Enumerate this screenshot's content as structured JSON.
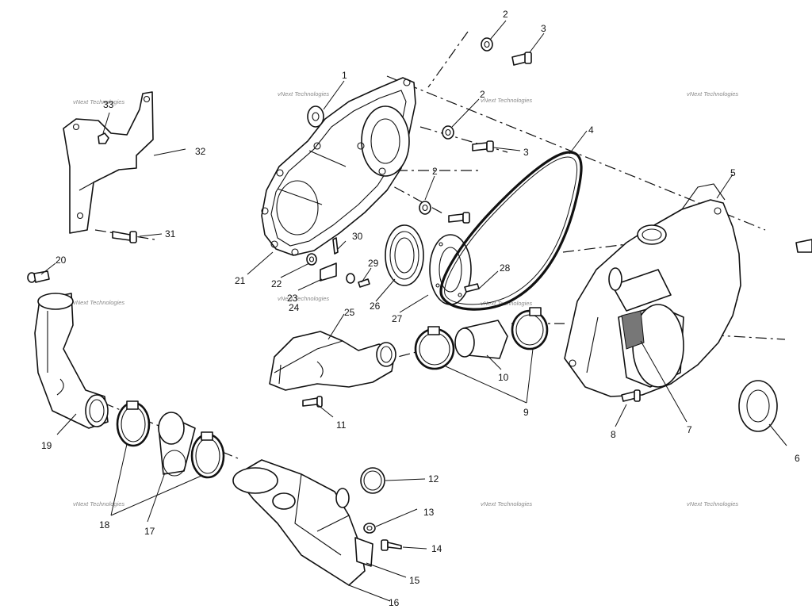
{
  "watermark_text": "vNext Technologies",
  "callouts": [
    {
      "id": "c1",
      "label": "1"
    },
    {
      "id": "c2a",
      "label": "2"
    },
    {
      "id": "c2b",
      "label": "2"
    },
    {
      "id": "c2c",
      "label": "2"
    },
    {
      "id": "c3a",
      "label": "3"
    },
    {
      "id": "c3b",
      "label": "3"
    },
    {
      "id": "c4",
      "label": "4"
    },
    {
      "id": "c5",
      "label": "5"
    },
    {
      "id": "c6",
      "label": "6"
    },
    {
      "id": "c7",
      "label": "7"
    },
    {
      "id": "c8",
      "label": "8"
    },
    {
      "id": "c9",
      "label": "9"
    },
    {
      "id": "c10",
      "label": "10"
    },
    {
      "id": "c11",
      "label": "11"
    },
    {
      "id": "c12",
      "label": "12"
    },
    {
      "id": "c13",
      "label": "13"
    },
    {
      "id": "c14",
      "label": "14"
    },
    {
      "id": "c15",
      "label": "15"
    },
    {
      "id": "c16",
      "label": "16"
    },
    {
      "id": "c17",
      "label": "17"
    },
    {
      "id": "c18",
      "label": "18"
    },
    {
      "id": "c19",
      "label": "19"
    },
    {
      "id": "c20",
      "label": "20"
    },
    {
      "id": "c21",
      "label": "21"
    },
    {
      "id": "c22",
      "label": "22"
    },
    {
      "id": "c23",
      "label": "23"
    },
    {
      "id": "c24",
      "label": "24"
    },
    {
      "id": "c25",
      "label": "25"
    },
    {
      "id": "c26",
      "label": "26"
    },
    {
      "id": "c27",
      "label": "27"
    },
    {
      "id": "c28",
      "label": "28"
    },
    {
      "id": "c29",
      "label": "29"
    },
    {
      "id": "c30",
      "label": "30"
    },
    {
      "id": "c31",
      "label": "31"
    },
    {
      "id": "c32",
      "label": "32"
    },
    {
      "id": "c33",
      "label": "33"
    }
  ]
}
